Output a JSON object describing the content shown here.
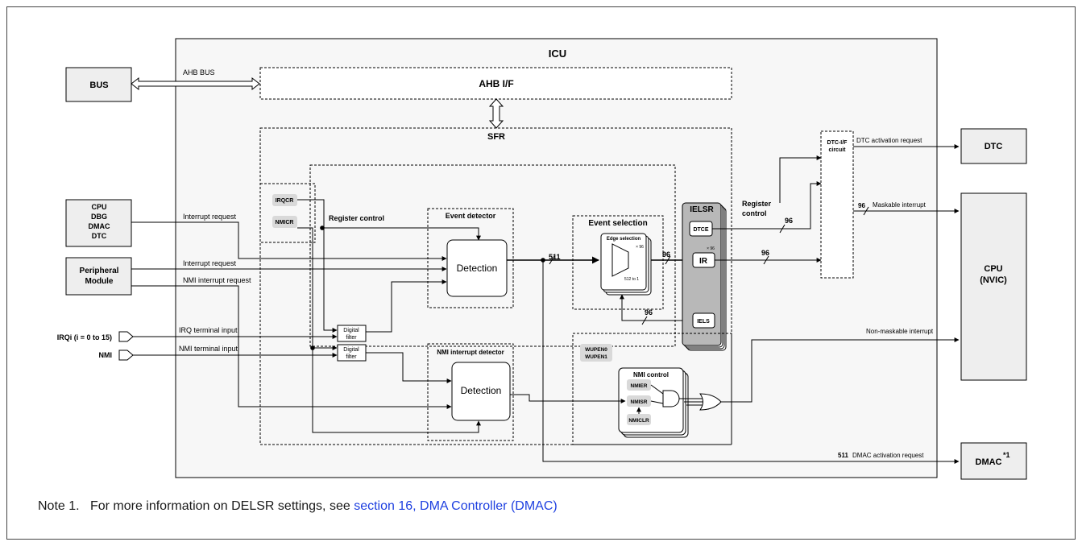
{
  "icu": {
    "title": "ICU",
    "ahb_if": "AHB I/F",
    "sfr": "SFR"
  },
  "external": {
    "bus": "BUS",
    "ahb_bus": "AHB BUS",
    "cpu_group": [
      "CPU",
      "DBG",
      "DMAC",
      "DTC"
    ],
    "peripheral": [
      "Peripheral",
      "Module"
    ],
    "irq_in": "IRQi (i = 0 to 15)",
    "nmi_in": "NMI",
    "dtc": "DTC",
    "cpu_nvic": [
      "CPU",
      "(NVIC)"
    ],
    "dmac": "DMAC",
    "dmac_sup": "*1"
  },
  "signals": {
    "interrupt_request": "Interrupt request",
    "nmi_interrupt_request": "NMI interrupt request",
    "irq_terminal_input": "IRQ terminal input",
    "nmi_terminal_input": "NMI terminal input",
    "register_control": "Register control",
    "register_control_2": [
      "Register",
      "control"
    ],
    "dtc_activation_request": "DTC activation request",
    "maskable_interrupt": "Maskable interrupt",
    "non_maskable_interrupt": "Non-maskable interrupt",
    "dmac_activation_request": "DMAC activation request",
    "bus_width_511": "511",
    "bus_width_96": "96"
  },
  "blocks": {
    "irqcr": "IRQCR",
    "nmicr": "NMICR",
    "event_detector": "Event detector",
    "detection": "Detection",
    "digital_filter": [
      "Digital",
      "filter"
    ],
    "event_selection": "Event selection",
    "edge_selection": "Edge selection",
    "x96": "× 96",
    "mux_512": "512 to 1",
    "ielsr": "IELSR",
    "dtce": "DTCE",
    "ir": "IR",
    "iels": "IELS",
    "dtc_if": [
      "DTC-I/F",
      "circuit"
    ],
    "nmi_detector": "NMI interrupt detector",
    "wupen": [
      "WUPEN0",
      "WUPEN1"
    ],
    "nmi_control": "NMI control",
    "nmier": "NMIER",
    "nmisr": "NMISR",
    "nmiclr": "NMICLR"
  },
  "note": {
    "prefix": "Note 1.",
    "text": "For more information on DELSR settings, see ",
    "link": "section 16, DMA Controller (DMAC)"
  }
}
